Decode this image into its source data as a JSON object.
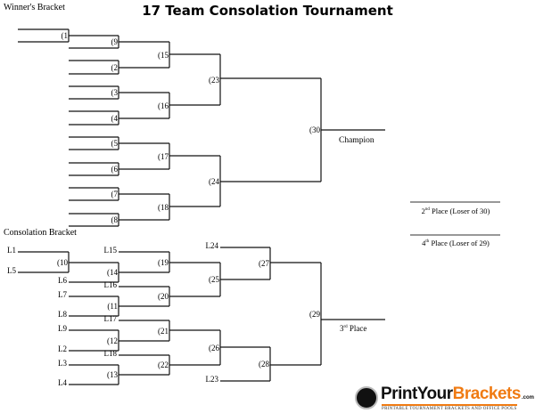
{
  "title": "17 Team Consolation Tournament",
  "winners_bracket": {
    "heading": "Winner's Bracket",
    "games": [
      "(1",
      "(9",
      "(2",
      "(3",
      "(4",
      "(5",
      "(6",
      "(7",
      "(8",
      "(15",
      "(16",
      "(17",
      "(18",
      "(23",
      "(24",
      "(30"
    ],
    "champion_label": "Champion"
  },
  "consolation_bracket": {
    "heading": "Consolation Bracket",
    "games": [
      "(10",
      "(14",
      "(11",
      "(12",
      "(13",
      "(19",
      "(20",
      "(21",
      "(22",
      "(25",
      "(26",
      "(27",
      "(28",
      "(29"
    ],
    "entries": [
      "L1",
      "L5",
      "L6",
      "L7",
      "L8",
      "L9",
      "L2",
      "L3",
      "L4",
      "L15",
      "L16",
      "L17",
      "L18",
      "L24",
      "L23"
    ],
    "third_place": {
      "num": "3",
      "sup": "rd",
      "text": " Place"
    }
  },
  "places": [
    {
      "num": "2",
      "sup": "nd",
      "text": " Place (Loser of 30)"
    },
    {
      "num": "4",
      "sup": "th",
      "text": " Place (Loser of 29)"
    }
  ],
  "logo": {
    "part1": "PrintYour",
    "part2": "Brackets",
    "suffix": ".com",
    "tagline": "PRINTABLE TOURNAMENT BRACKETS AND OFFICE POOLS",
    "accent": "#f07b13"
  }
}
